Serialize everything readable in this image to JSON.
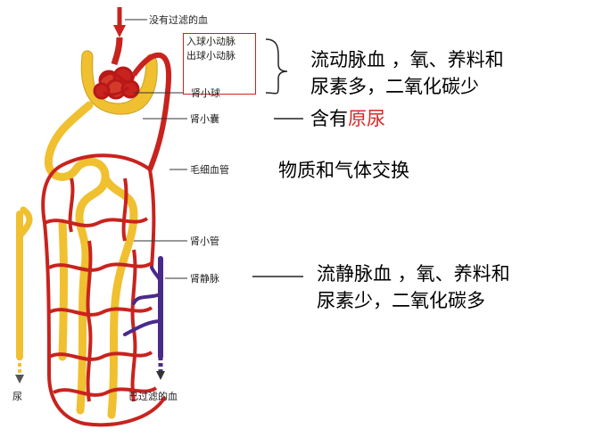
{
  "labels": {
    "unfiltered_blood": "没有过滤的血",
    "afferent_arteriole": "入球小动脉",
    "efferent_arteriole": "出球小动脉",
    "glomerulus": "肾小球",
    "bowman_capsule": "肾小囊",
    "capillary": "毛细血管",
    "renal_tubule": "肾小管",
    "renal_vein": "肾静脉",
    "urine": "尿",
    "filtered_blood": "已过滤的血"
  },
  "notes": {
    "arterial_line1": "流动脉血 ，氧、养料和",
    "arterial_line2": "尿素多，二氧化碳少",
    "contains_prefix": "含有",
    "contains_highlight": "原尿",
    "exchange": "物质和气体交换",
    "venous_line1": "流静脉血 ，氧、养料和",
    "venous_line2": "尿素少，二氧化碳多"
  },
  "colors": {
    "artery": "#c8231e",
    "tubule": "#f0c030",
    "vein": "#4a2a8a",
    "highlight": "#d42a2a"
  }
}
